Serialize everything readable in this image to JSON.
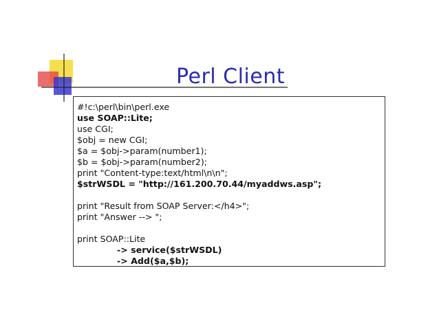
{
  "slide": {
    "title": "Perl Client",
    "colors": {
      "title": "#2b2bb0",
      "deco_yellow": "#f5dc3c",
      "deco_red": "#e63c3c",
      "deco_blue": "#3a3ad0"
    },
    "code_lines": [
      "#!c:\\perl\\bin\\perl.exe",
      "use SOAP::Lite;",
      "use CGI;",
      "$obj = new CGI;",
      "$a = $obj->param(number1);",
      "$b = $obj->param(number2);",
      "print \"Content-type:text/html\\n\\n\";",
      "$strWSDL = \"http://161.200.70.44/myaddws.asp\";",
      "",
      "print \"Result from SOAP Server:</h4>\";",
      "print \"Answer --> \";",
      "",
      "print SOAP::Lite",
      "-> service($strWSDL)",
      "-> Add($a,$b);"
    ]
  }
}
